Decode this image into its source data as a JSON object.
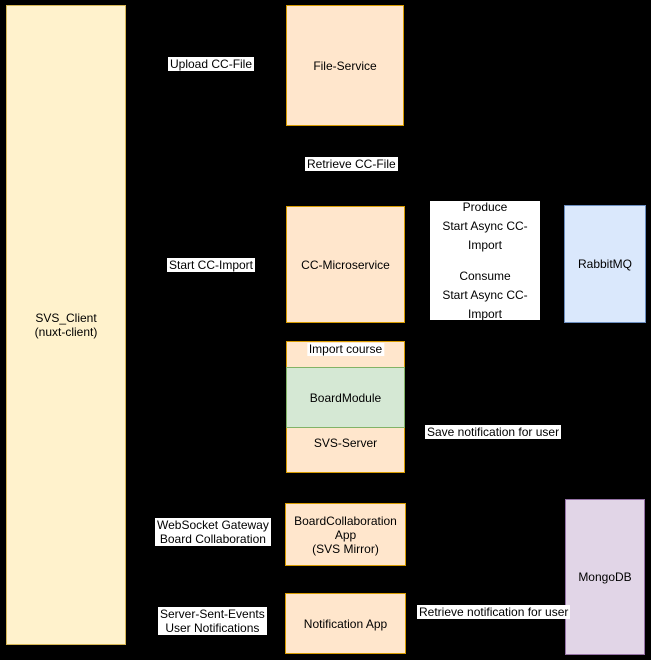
{
  "diagram": {
    "background_color": "#000000",
    "label_background": "#FFFFFF",
    "text_color": "#000000",
    "nodes": {
      "svs_client": {
        "label": "SVS_Client\n(nuxt-client)",
        "fill": "#FFF2CC",
        "border": "#D6B656"
      },
      "file_service": {
        "label": "File-Service",
        "fill": "#FFE6CC",
        "border": "#D79B00"
      },
      "cc_microservice": {
        "label": "CC-Microservice",
        "fill": "#FFE6CC",
        "border": "#D79B00"
      },
      "rabbitmq": {
        "label": "RabbitMQ",
        "fill": "#DAE8FC",
        "border": "#6C8EBF"
      },
      "svs_server": {
        "label": "SVS-Server",
        "fill": "#FFE6CC",
        "border": "#D79B00"
      },
      "board_module": {
        "label": "BoardModule",
        "fill": "#D5E8D4",
        "border": "#82B366"
      },
      "board_collaboration_app": {
        "label": "BoardCollaboration\nApp\n(SVS Mirror)",
        "fill": "#FFE6CC",
        "border": "#D79B00"
      },
      "notification_app": {
        "label": "Notification App",
        "fill": "#FFE6CC",
        "border": "#D79B00"
      },
      "mongodb": {
        "label": "MongoDB",
        "fill": "#E1D5E7",
        "border": "#9673A6"
      }
    },
    "edge_labels": {
      "upload_cc_file": "Upload CC-File",
      "retrieve_cc_file": "Retrieve CC-File",
      "start_cc_import": "Start CC-Import",
      "produce_title": "Produce",
      "produce_detail": "Start Async CC-Import",
      "consume_title": "Consume",
      "consume_detail": "Start Async CC-Import",
      "import_course": "Import course",
      "save_notification": "Save notification for user",
      "websocket_gateway": "WebSocket Gateway\nBoard Collaboration",
      "server_sent_events": "Server-Sent-Events\nUser Notifications",
      "retrieve_notification": "Retrieve notification for user"
    }
  }
}
